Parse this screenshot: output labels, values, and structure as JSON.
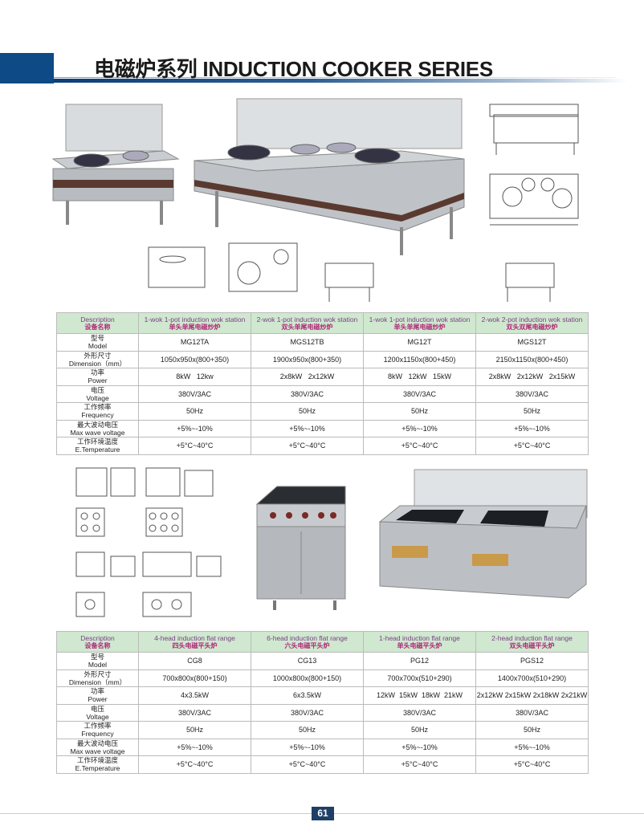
{
  "header": {
    "title": "电磁炉系列 INDUCTION COOKER SERIES"
  },
  "table1": {
    "desc_en": "Description",
    "desc_cn": "设备名称",
    "columns": [
      {
        "en": "1-wok 1-pot induction wok station",
        "cn": "单头单尾电磁炒炉"
      },
      {
        "en": "2-wok 1-pot induction wok station",
        "cn": "双头单尾电磁炒炉"
      },
      {
        "en": "1-wok 1-pot induction wok station",
        "cn": "单头单尾电磁炒炉"
      },
      {
        "en": "2-wok 2-pot induction wok station",
        "cn": "双头双尾电磁炒炉"
      }
    ],
    "rows": [
      {
        "cn": "型号",
        "en": "Model",
        "values": [
          "MG12TA",
          "MGS12TB",
          "MG12T",
          "MGS12T"
        ]
      },
      {
        "cn": "外形尺寸",
        "en": "Dimension（mm）",
        "values": [
          "1050x950x(800+350)",
          "1900x950x(800+350)",
          "1200x1150x(800+450)",
          "2150x1150x(800+450)"
        ]
      },
      {
        "cn": "功率",
        "en": "Power",
        "values": [
          "8kW   12kw",
          "2x8kW   2x12kW",
          "8kW   12kW   15kW",
          "2x8kW   2x12kW   2x15kW"
        ]
      },
      {
        "cn": "电压",
        "en": "Voltage",
        "values": [
          "380V/3AC",
          "380V/3AC",
          "380V/3AC",
          "380V/3AC"
        ]
      },
      {
        "cn": "工作频率",
        "en": "Frequency",
        "values": [
          "50Hz",
          "50Hz",
          "50Hz",
          "50Hz"
        ]
      },
      {
        "cn": "最大波动电压",
        "en": "Max wave voltage",
        "values": [
          "+5%~-10%",
          "+5%~-10%",
          "+5%~-10%",
          "+5%~-10%"
        ]
      },
      {
        "cn": "工作环境温度",
        "en": "E.Temperature",
        "values": [
          "+5°C~40°C",
          "+5°C~40°C",
          "+5°C~40°C",
          "+5°C~40°C"
        ]
      }
    ]
  },
  "table2": {
    "desc_en": "Description",
    "desc_cn": "设备名称",
    "columns": [
      {
        "en": "4-head induction flat range",
        "cn": "四头电磁平头炉"
      },
      {
        "en": "6-head induction flat range",
        "cn": "六头电磁平头炉"
      },
      {
        "en": "1-head induction flat range",
        "cn": "单头电磁平头炉"
      },
      {
        "en": "2-head induction flat range",
        "cn": "双头电磁平头炉"
      }
    ],
    "rows": [
      {
        "cn": "型号",
        "en": "Model",
        "values": [
          "CG8",
          "CG13",
          "PG12",
          "PGS12"
        ]
      },
      {
        "cn": "外形尺寸",
        "en": "Dimension（mm）",
        "values": [
          "700x800x(800+150)",
          "1000x800x(800+150)",
          "700x700x(510+290)",
          "1400x700x(510+290)"
        ]
      },
      {
        "cn": "功率",
        "en": "Power",
        "values": [
          "4x3.5kW",
          "6x3.5kW",
          "12kW  15kW  18kW  21kW",
          "2x12kW 2x15kW 2x18kW 2x21kW"
        ]
      },
      {
        "cn": "电压",
        "en": "Voltage",
        "values": [
          "380V/3AC",
          "380V/3AC",
          "380V/3AC",
          "380V/3AC"
        ]
      },
      {
        "cn": "工作频率",
        "en": "Frequency",
        "values": [
          "50Hz",
          "50Hz",
          "50Hz",
          "50Hz"
        ]
      },
      {
        "cn": "最大波动电压",
        "en": "Max wave voltage",
        "values": [
          "+5%~-10%",
          "+5%~-10%",
          "+5%~-10%",
          "+5%~-10%"
        ]
      },
      {
        "cn": "工作环境温度",
        "en": "E.Temperature",
        "values": [
          "+5°C~40°C",
          "+5°C~40°C",
          "+5°C~40°C",
          "+5°C~40°C"
        ]
      }
    ]
  },
  "footer": {
    "page_number": "61"
  }
}
